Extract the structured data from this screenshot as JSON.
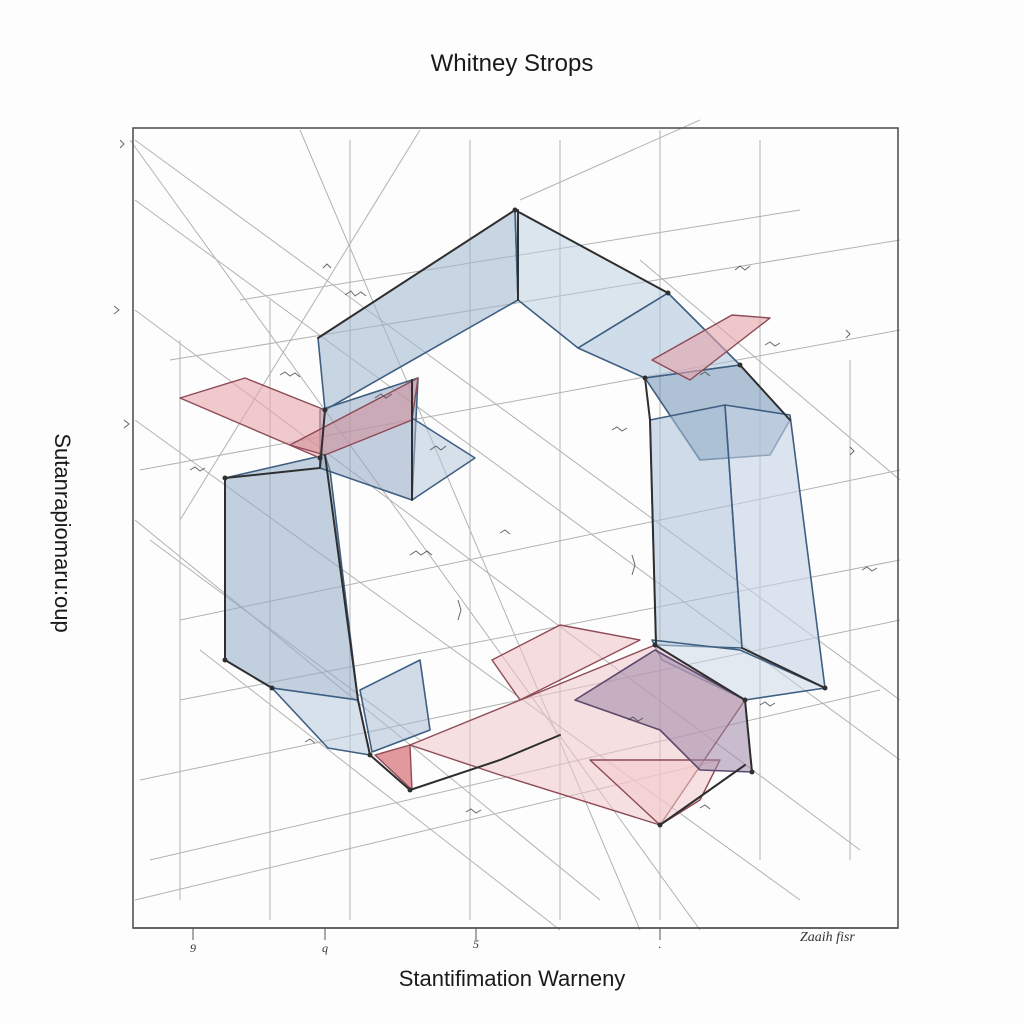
{
  "diagram": {
    "title": "Whitney Strops",
    "xlabel": "Stantifimation Warneny",
    "ylabel": "Sutanrapiomaru:oup",
    "corner_note": "Zaaih fisr",
    "bottom_ticks": [
      "9",
      "q",
      "5",
      "."
    ],
    "colors": {
      "frame": "#555555",
      "blue_fill": "#9db6d0",
      "blue_dark": "#6f8fb4",
      "pink_fill": "#e6a7ab",
      "purple_fill": "#9d86a7",
      "pencil": "#7a7a7a",
      "ink": "#2f2f2f"
    }
  }
}
